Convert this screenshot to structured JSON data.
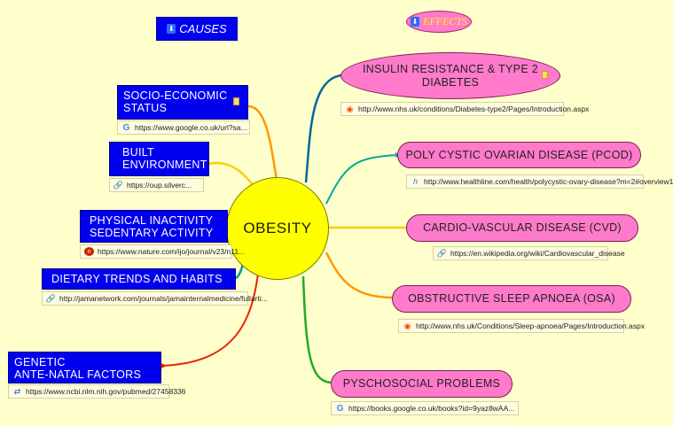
{
  "center": {
    "label": "OBESITY"
  },
  "causes_title": {
    "label": "CAUSES",
    "icon": "down-arrow-icon"
  },
  "effects_title": {
    "label": "EFFECTS",
    "icon": "down-arrow-icon"
  },
  "causes": [
    {
      "id": "socio",
      "line1": "SOCIO-ECONOMIC",
      "line2": "STATUS",
      "link": "https://www.google.co.uk/url?sa...",
      "link_icon": "google-icon",
      "note": true,
      "color": "#ff9900"
    },
    {
      "id": "built",
      "line1": "BUILT",
      "line2": "ENVIRONMENT",
      "link": "https://oup.silverc...",
      "link_icon": "chain-link-icon",
      "note": false,
      "color": "#ffcc00"
    },
    {
      "id": "physical",
      "line1": "PHYSICAL INACTIVITY",
      "line2": "SEDENTARY ACTIVITY",
      "link": "https://www.nature.com/ijo/journal/v23/n11...",
      "link_icon": "nature-icon",
      "note": false,
      "color": "#008800"
    },
    {
      "id": "dietary",
      "line1": "DIETARY TRENDS AND HABITS",
      "line2": "",
      "link": "http://jamanetwork.com/journals/jamainternalmedicine/fullarti...",
      "link_icon": "chain-link-icon",
      "note": false,
      "color": "#009999"
    },
    {
      "id": "genetic",
      "line1": "GENETIC",
      "line2": "ANTE-NATAL FACTORS",
      "link": "https://www.ncbi.nlm.nih.gov/pubmed/27458336",
      "link_icon": "ncbi-icon",
      "note": false,
      "color": "#ee2200"
    }
  ],
  "effects": [
    {
      "id": "insulin",
      "line1": "INSULIN  RESISTANCE & TYPE 2",
      "line2": "DIABETES",
      "link": "http://www.nhs.uk/conditions/Diabetes-type2/Pages/Introduction.aspx",
      "link_icon": "target-icon",
      "note": true,
      "color": "#006699"
    },
    {
      "id": "pcod",
      "line1": "POLY CYSTIC OVARIAN DISEASE (PCOD)",
      "line2": "",
      "link": "http://www.healthline.com/health/polycystic-ovary-disease?m=2#overview1",
      "link_icon": "healthline-icon",
      "note": false,
      "color": "#00aa99"
    },
    {
      "id": "cvd",
      "line1": "CARDIO-VASCULAR DISEASE (CVD)",
      "line2": "",
      "link": "https://en.wikipedia.org/wiki/Cardiovascular_disease",
      "link_icon": "chain-link-icon",
      "note": false,
      "color": "#ffcc00"
    },
    {
      "id": "osa",
      "line1": "OBSTRUCTIVE SLEEP APNOEA (OSA)",
      "line2": "",
      "link": "http://www.nhs.uk/Conditions/Sleep-apnoea/Pages/Introduction.aspx",
      "link_icon": "target-icon",
      "note": false,
      "color": "#ff9900"
    },
    {
      "id": "psycho",
      "line1": "PYSCHOSOCIAL PROBLEMS",
      "line2": "",
      "link": "https://books.google.co.uk/books?id=9yaz8wAA...",
      "link_icon": "google-icon",
      "note": false,
      "color": "#22aa22"
    }
  ],
  "colors": {
    "background": "#ffffcc",
    "cause_box": "#0000ee",
    "effect_node": "#ff7acb",
    "center": "#ffff00"
  }
}
